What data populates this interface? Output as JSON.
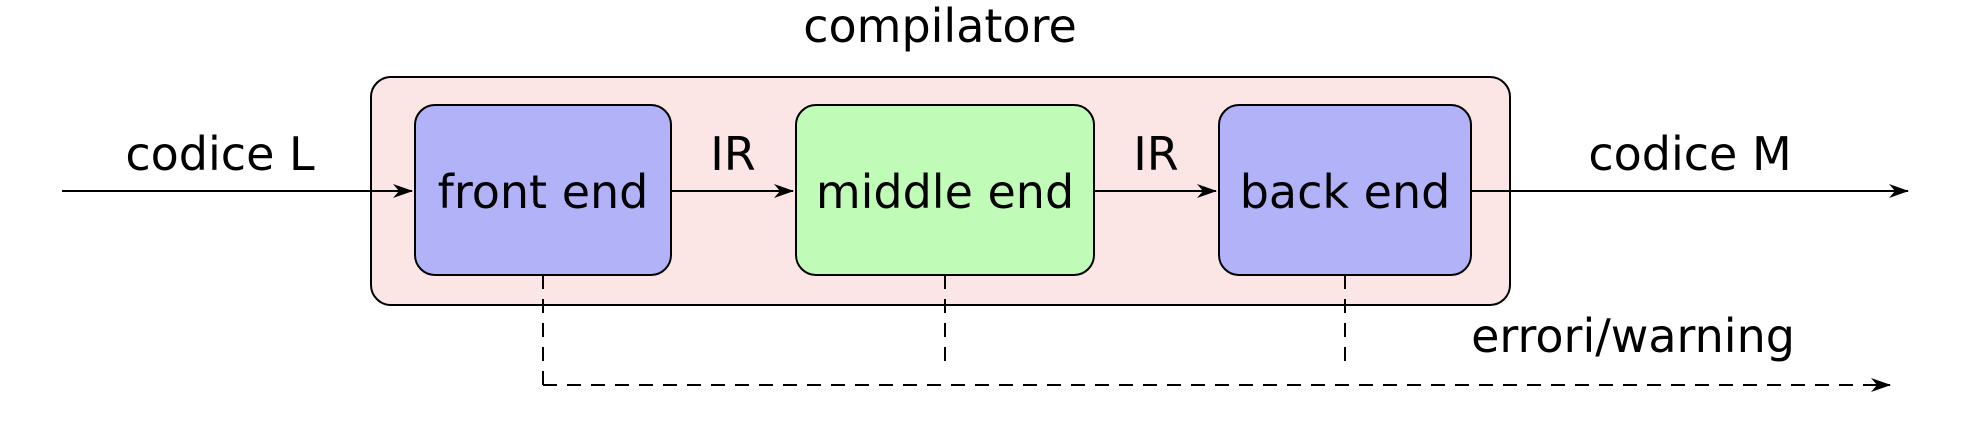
{
  "diagram": {
    "title": "compilatore",
    "input_label": "codice L",
    "output_label": "codice M",
    "errors_label": "errori/warning",
    "stages": [
      {
        "label": "front end",
        "color": "#b2b2f9"
      },
      {
        "label": "middle end",
        "color": "#c0fbb8"
      },
      {
        "label": "back end",
        "color": "#b2b2f9"
      }
    ],
    "intermediate_labels": [
      "IR",
      "IR"
    ],
    "container_color": "#fbe5e5"
  }
}
